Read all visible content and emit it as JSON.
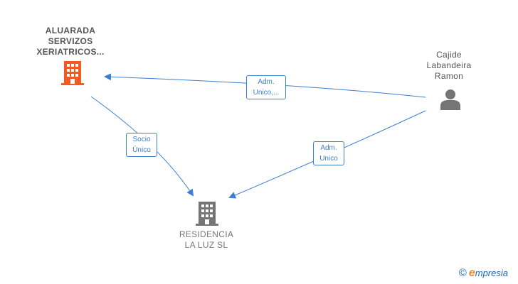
{
  "colors": {
    "edge": "#3d7fd1",
    "company_highlight": "#f05a23",
    "company": "#757575",
    "person": "#757575"
  },
  "nodes": {
    "aluarada": {
      "label": "ALUARADA\nSERVIZOS\nXERIATRICOS...",
      "icon": "building-icon"
    },
    "residencia": {
      "label": "RESIDENCIA\nLA LUZ  SL",
      "icon": "building-icon"
    },
    "cajide": {
      "label": "Cajide\nLabandeira\nRamon",
      "icon": "person-icon"
    }
  },
  "edges": {
    "cajide_to_aluarada": {
      "label": "Adm.\nUnico,..."
    },
    "aluarada_to_residencia": {
      "label": "Socio\nÚnico"
    },
    "cajide_to_residencia": {
      "label": "Adm.\nUnico"
    }
  },
  "footer": {
    "copyright_symbol": "©",
    "brand_first": "e",
    "brand_rest": "mpresia"
  }
}
